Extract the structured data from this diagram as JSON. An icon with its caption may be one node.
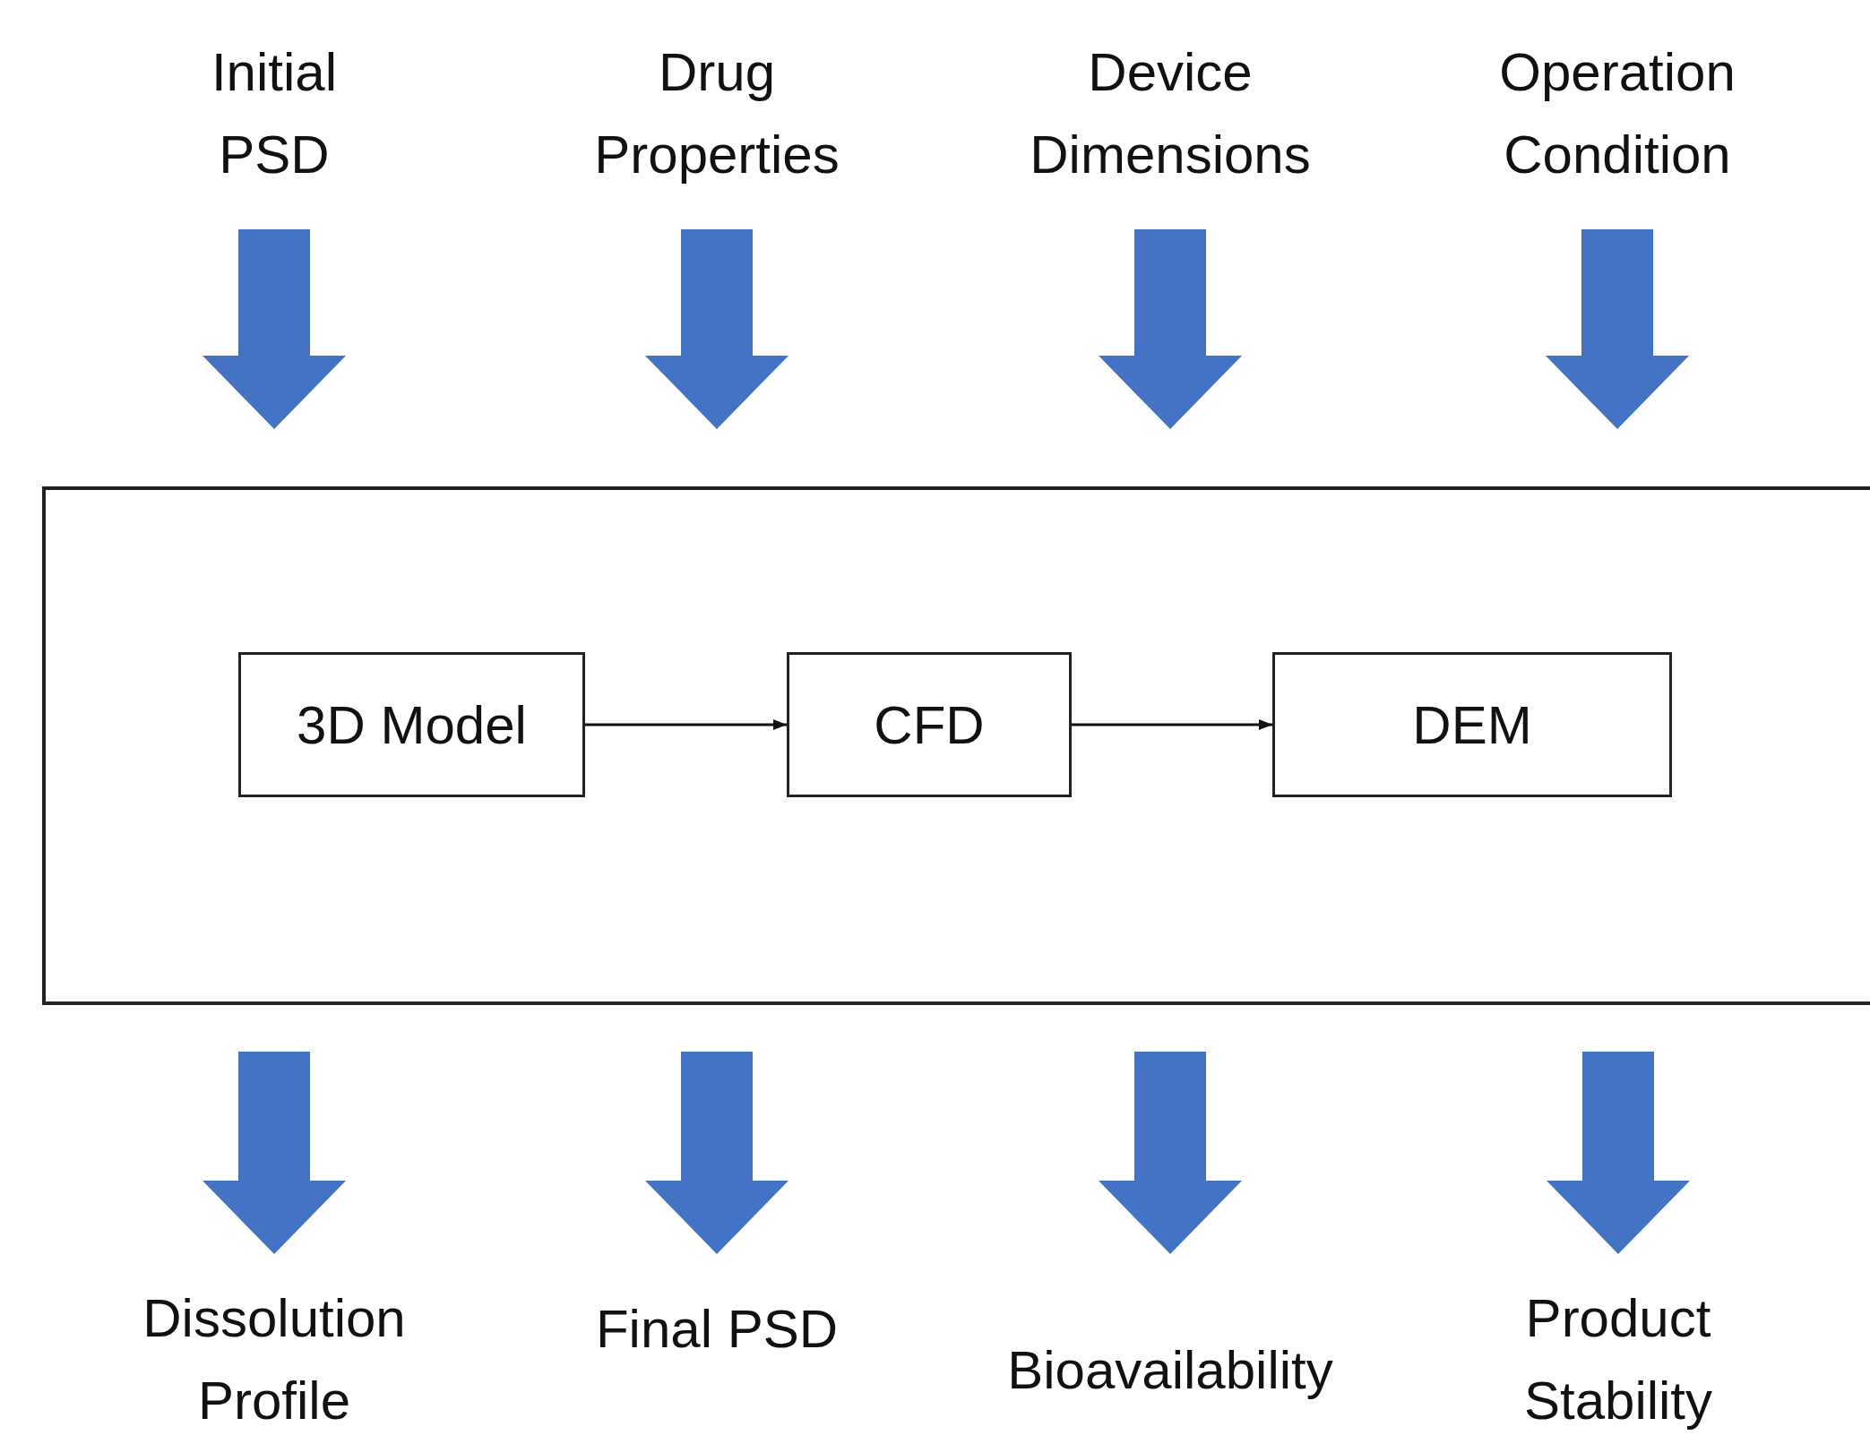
{
  "diagram": {
    "nodes": [
      {
        "text": [
          "Initial PSD"
        ]
      },
      {
        "text": [
          "Drug Properties"
        ]
      },
      {
        "text": [
          "Device Dimensions"
        ]
      },
      {
        "text": [
          "Operation Condition"
        ]
      },
      {
        "text": [],
        "shape": "box"
      },
      {
        "text": [
          "3D Model"
        ],
        "in": 4
      },
      {
        "text": [
          "CFD"
        ],
        "in": 4
      },
      {
        "text": [
          "DEM"
        ],
        "in": 4
      },
      {
        "text": [
          "Dissolution Profile"
        ]
      },
      {
        "text": [
          "Final PSD"
        ]
      },
      {
        "text": [
          "Bioavailability"
        ]
      },
      {
        "text": [
          "Product Stability"
        ]
      }
    ],
    "edges": [
      {
        "from": 0,
        "to": 4,
        "arrow": "to",
        "style": "thick",
        "color": "#4472c4"
      },
      {
        "from": 1,
        "to": 4,
        "arrow": "to",
        "style": "thick",
        "color": "#4472c4"
      },
      {
        "from": 2,
        "to": 4,
        "arrow": "to",
        "style": "thick",
        "color": "#4472c4"
      },
      {
        "from": 3,
        "to": 4,
        "arrow": "to",
        "style": "thick",
        "color": "#4472c4"
      },
      {
        "from": 5,
        "to": 6,
        "arrow": "to"
      },
      {
        "from": 6,
        "to": 7,
        "arrow": "to"
      },
      {
        "from": 4,
        "to": 8,
        "arrow": "to",
        "style": "thick",
        "color": "#4472c4"
      },
      {
        "from": 4,
        "to": 9,
        "arrow": "to",
        "style": "thick",
        "color": "#4472c4"
      },
      {
        "from": 4,
        "to": 10,
        "arrow": "to",
        "style": "thick",
        "color": "#4472c4"
      },
      {
        "from": 4,
        "to": 11,
        "arrow": "to",
        "style": "thick",
        "color": "#4472c4"
      }
    ]
  }
}
